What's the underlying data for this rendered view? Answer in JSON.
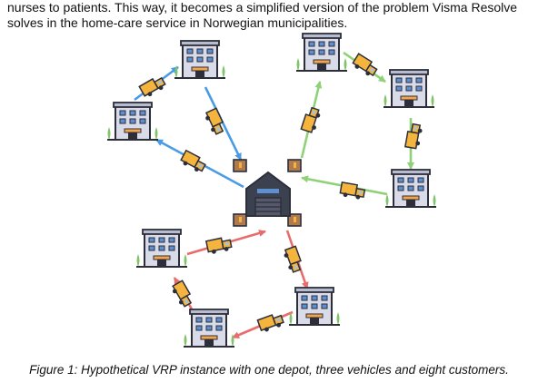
{
  "intro": {
    "line1": "nurses to patients. This way, it becomes a simplified version of the problem Visma Resolve",
    "line2": "solves in the home-care service in Norwegian municipalities."
  },
  "caption": "Figure 1: Hypothetical VRP instance with one depot, three vehicles and eight customers.",
  "diagram": {
    "depot_icon": "warehouse-icon",
    "customer_icon": "building-icon",
    "vehicle_icon": "truck-icon",
    "routes": [
      {
        "color": "#4a9be6",
        "stops": 2
      },
      {
        "color": "#8fd179",
        "stops": 3
      },
      {
        "color": "#e86c6c",
        "stops": 3
      }
    ]
  }
}
